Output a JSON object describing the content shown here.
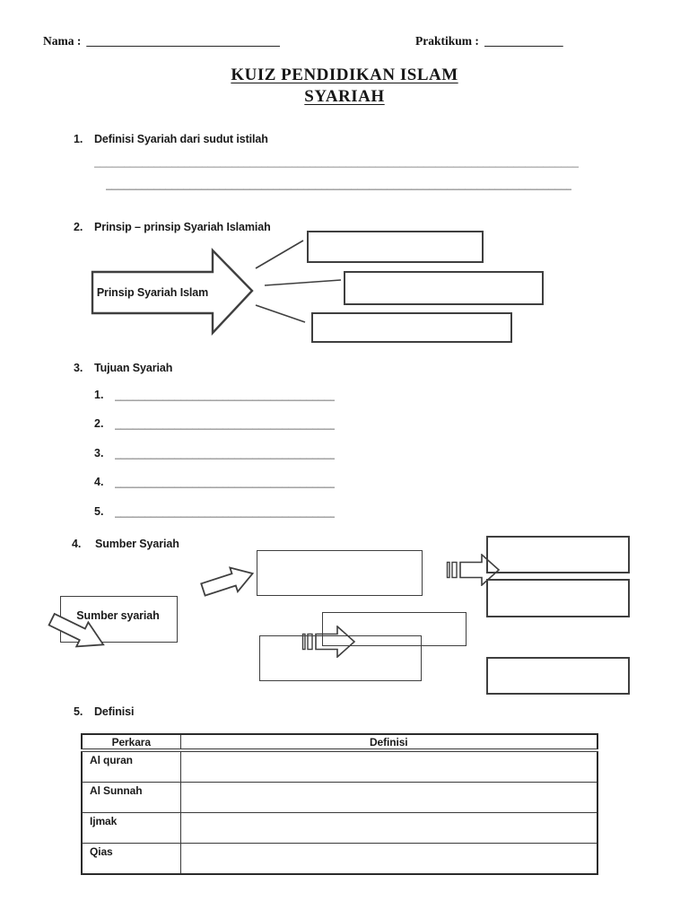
{
  "header": {
    "nama_label": "Nama :",
    "nama_blank": "________________________________",
    "praktikum_label": "Praktikum :",
    "praktikum_blank": "_____________"
  },
  "title": {
    "line1": "KUIZ PENDIDIKAN ISLAM",
    "line2": "SYARIAH"
  },
  "questions": {
    "q1": {
      "num": "1.",
      "label": "Definisi Syariah  dari sudut istilah",
      "blank1": "_____________________________________________________________________________________",
      "blank2": "________________________________________________________________________________"
    },
    "q2": {
      "num": "2.",
      "label": "Prinsip – prinsip Syariah Islamiah",
      "arrow_label": "Prinsip Syariah Islam"
    },
    "q3": {
      "num": "3.",
      "label": "Tujuan  Syariah",
      "items": [
        {
          "num": "1.",
          "blank": "______________________________________"
        },
        {
          "num": "2.",
          "blank": "______________________________________"
        },
        {
          "num": "3.",
          "blank": "______________________________________"
        },
        {
          "num": "4.",
          "blank": "______________________________________"
        },
        {
          "num": "5.",
          "blank": "______________________________________"
        }
      ]
    },
    "q4": {
      "num": "4.",
      "label": "Sumber Syariah",
      "source_label": "Sumber  syariah"
    },
    "q5": {
      "num": "5.",
      "label": "Definisi",
      "table": {
        "col1_header": "Perkara",
        "col2_header": "Definisi",
        "rows": [
          {
            "perkara": "Al quran",
            "definisi": ""
          },
          {
            "perkara": "Al Sunnah",
            "definisi": ""
          },
          {
            "perkara": "Ijmak",
            "definisi": ""
          },
          {
            "perkara": "Qias",
            "definisi": ""
          }
        ]
      }
    }
  },
  "colors": {
    "ink": "#1a1a1a",
    "shape_outline": "#3f3f3f"
  }
}
